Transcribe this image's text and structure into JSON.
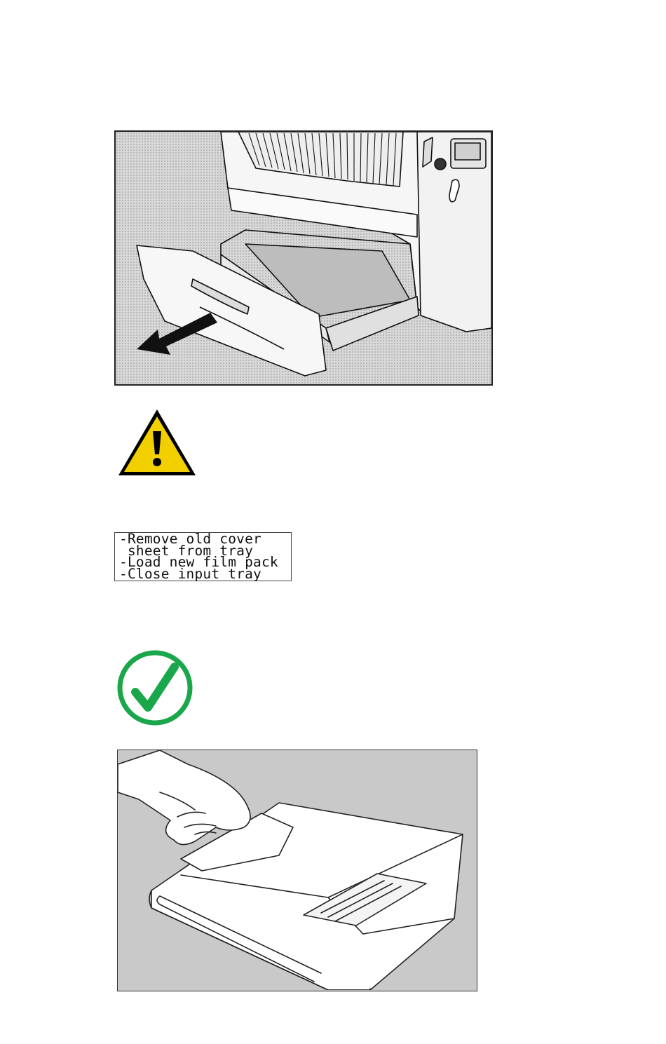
{
  "figures": {
    "printer_tray": {
      "description_icon": "printer-tray-open-illustration"
    },
    "film_pack": {
      "description_icon": "film-pack-cover-sheet-illustration"
    }
  },
  "warning": {
    "icon": "warning-triangle-icon",
    "color": "#f2d000"
  },
  "lcd": {
    "lines": [
      "-Remove old cover",
      " sheet from tray",
      "-Load new film pack",
      "-Close input tray"
    ]
  },
  "check": {
    "icon": "checkmark-circle-icon",
    "color": "#1aa64a"
  }
}
